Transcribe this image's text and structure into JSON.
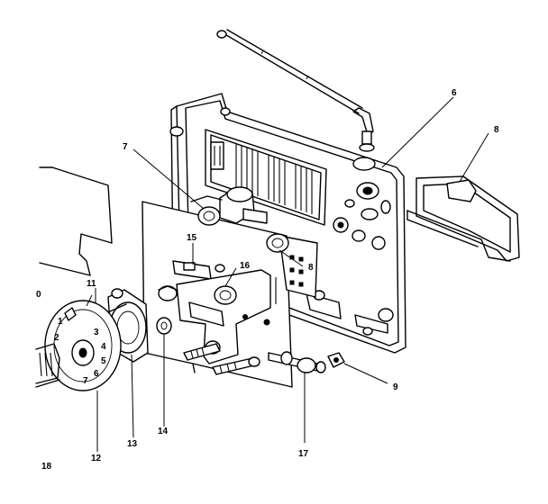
{
  "callouts": {
    "c6a": "6",
    "c8a": "8",
    "c7": "7",
    "c15": "15",
    "c16": "16",
    "c8b": "8",
    "c11": "11",
    "c10": "0",
    "c9": "9",
    "c17": "17",
    "c14": "14",
    "c13": "13",
    "c12": "12",
    "c18": "18"
  },
  "dial_digits": [
    "1",
    "2",
    "3",
    "4",
    "5",
    "6",
    "7"
  ]
}
